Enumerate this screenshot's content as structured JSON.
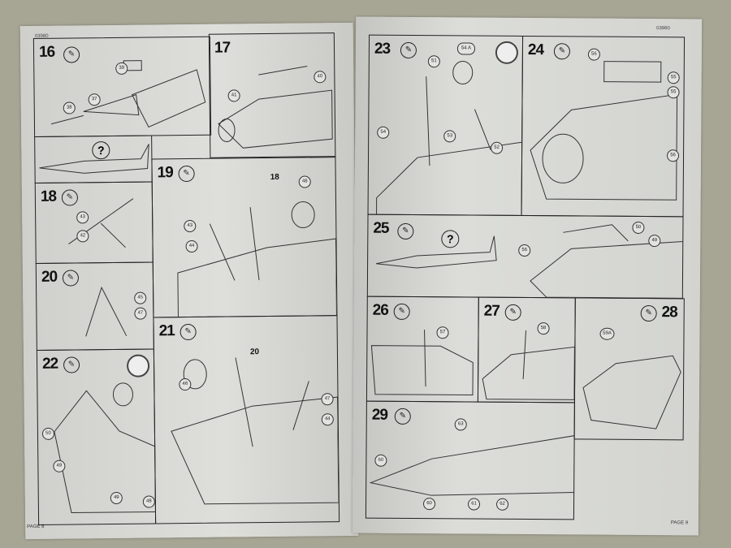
{
  "left_page": {
    "code": "03980",
    "label": "PAGE 8",
    "steps": [
      {
        "number": "16",
        "parts": [
          "39",
          "37",
          "38"
        ]
      },
      {
        "number": "17",
        "parts": [
          "41",
          "40"
        ]
      },
      {
        "number": "18",
        "parts": [
          "43",
          "42"
        ]
      },
      {
        "number": "19",
        "callout": "18",
        "parts": [
          "48",
          "43",
          "44"
        ]
      },
      {
        "number": "20",
        "parts": [
          "45",
          "47"
        ]
      },
      {
        "number": "21",
        "callout": "20",
        "parts": [
          "46",
          "47",
          "44"
        ]
      },
      {
        "number": "22",
        "parts": [
          "50",
          "49",
          "49",
          "48"
        ]
      }
    ],
    "check_symbol": "?"
  },
  "right_page": {
    "code": "03980",
    "label": "PAGE 9",
    "steps": [
      {
        "number": "23",
        "parts": [
          "54 A",
          "51",
          "53",
          "52",
          "54"
        ]
      },
      {
        "number": "24",
        "parts": [
          "56",
          "55",
          "55",
          "56"
        ]
      },
      {
        "number": "25",
        "parts": [
          "56",
          "50",
          "49"
        ]
      },
      {
        "number": "26",
        "parts": [
          "57"
        ]
      },
      {
        "number": "27",
        "parts": [
          "58"
        ]
      },
      {
        "number": "28",
        "parts": [
          "59A"
        ]
      },
      {
        "number": "29",
        "parts": [
          "63",
          "60",
          "60",
          "61",
          "62"
        ]
      }
    ],
    "check_symbol": "?"
  },
  "tool_icon": "glue-icon",
  "colors": {
    "paper": "#d9dad6",
    "ink": "#222222",
    "background": "#a7a594"
  }
}
